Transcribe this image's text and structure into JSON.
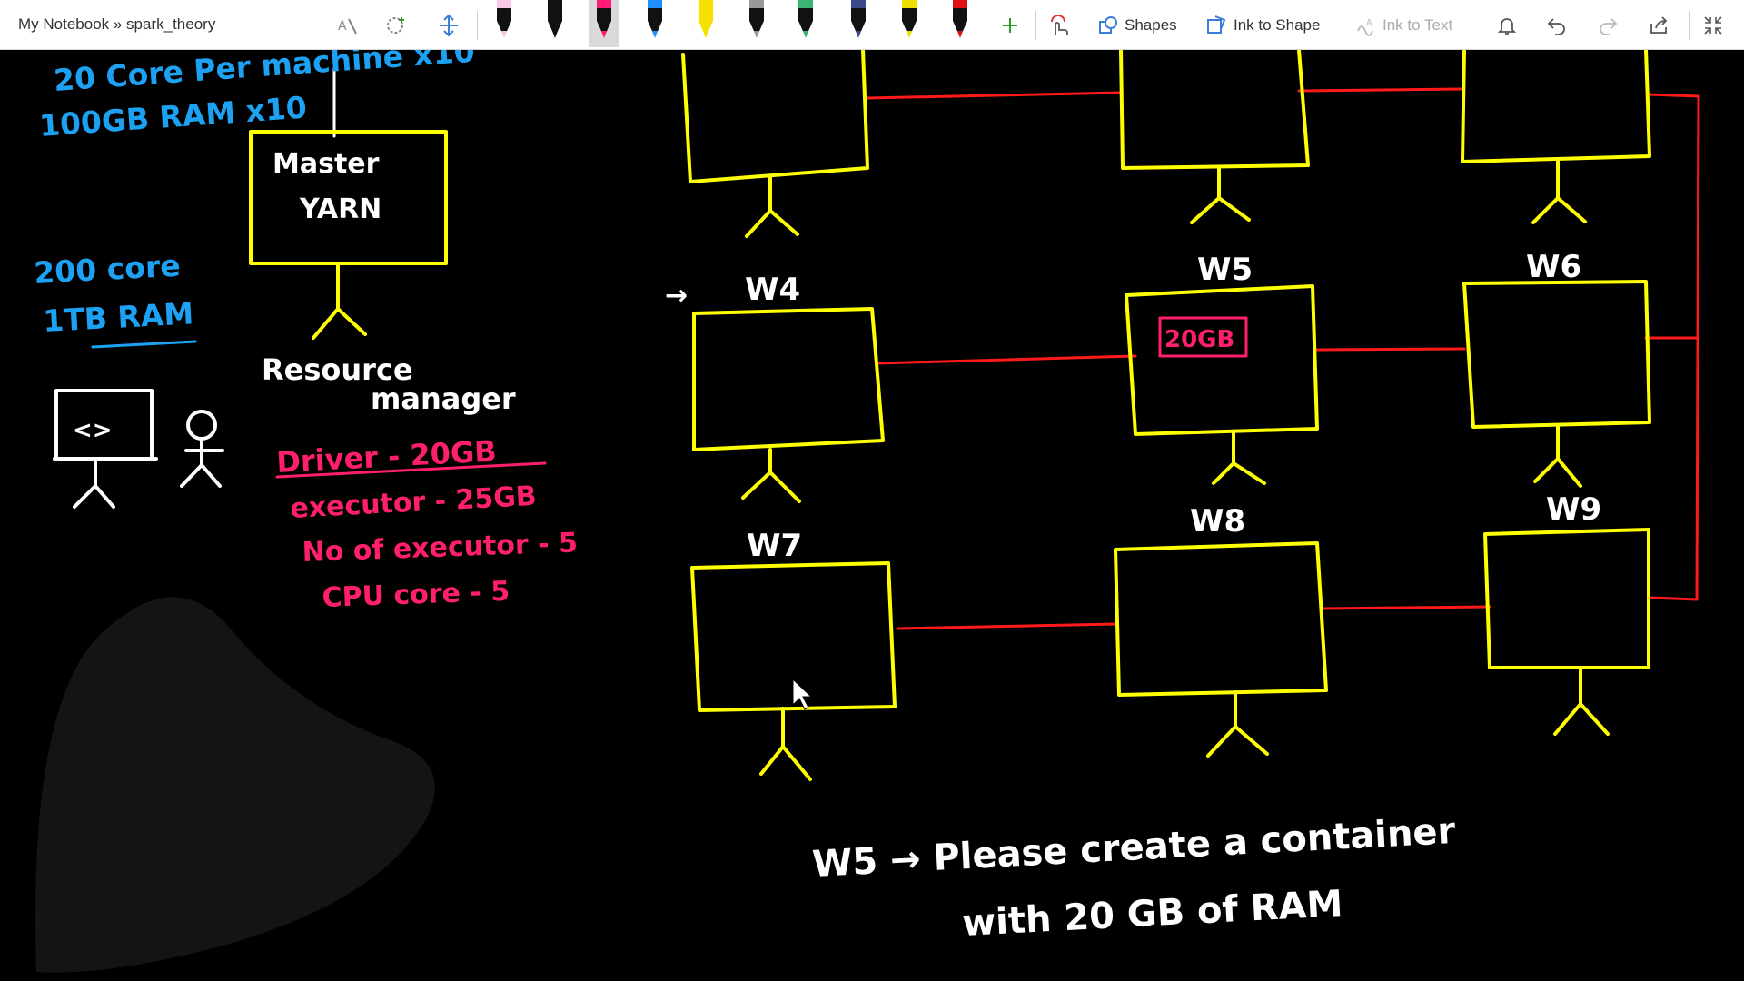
{
  "breadcrumb": "My Notebook » spark_theory",
  "toolbar": {
    "shapes_label": "Shapes",
    "ink_to_shape_label": "Ink to Shape",
    "ink_to_text_label": "Ink to Text"
  },
  "pens": [
    {
      "name": "pen-black-1",
      "color": "#111111",
      "tip": "#f7c8e8"
    },
    {
      "name": "pen-black-2",
      "color": "#111111",
      "tip": "#111111"
    },
    {
      "name": "pen-pink",
      "color": "#111111",
      "tip": "#ff1a75",
      "selected": true
    },
    {
      "name": "pen-blue",
      "color": "#111111",
      "tip": "#1e90ff"
    },
    {
      "name": "highlighter-yellow",
      "color": "#f5e000",
      "tip": "#f5e000"
    },
    {
      "name": "pen-gray",
      "color": "#111111",
      "tip": "#999999"
    },
    {
      "name": "pen-green",
      "color": "#111111",
      "tip": "#3cb371"
    },
    {
      "name": "pen-navy",
      "color": "#111111",
      "tip": "#3b4b8a"
    },
    {
      "name": "pen-yellow",
      "color": "#111111",
      "tip": "#f0e000"
    },
    {
      "name": "pen-red",
      "color": "#111111",
      "tip": "#e01010"
    }
  ],
  "colors": {
    "ink_blue": "#1da1f2",
    "ink_pink": "#ff1f6b",
    "ink_white": "#ffffff",
    "ink_yellow": "#ffff00",
    "ink_red": "#ff1a1a"
  },
  "notes": {
    "cluster_line1": "20 Core Per machine x10",
    "cluster_line2": "100GB RAM x10",
    "total_line1": "200 core",
    "total_line2": "1TB RAM",
    "master_line1": "Master",
    "master_line2": "YARN",
    "rm_line1": "Resource",
    "rm_line2": "manager",
    "driver": "Driver - 20GB",
    "executor": "executor - 25GB",
    "num_executors": "No of executor - 5",
    "cpu_core": "CPU core - 5",
    "client_icon": "<>",
    "arrow_w4": "→",
    "container_label": "20GB",
    "request_line1": "W5 → Please create a container",
    "request_line2": "with 20 GB of RAM"
  },
  "workers": [
    "W4",
    "W5",
    "W6",
    "W7",
    "W8",
    "W9"
  ]
}
